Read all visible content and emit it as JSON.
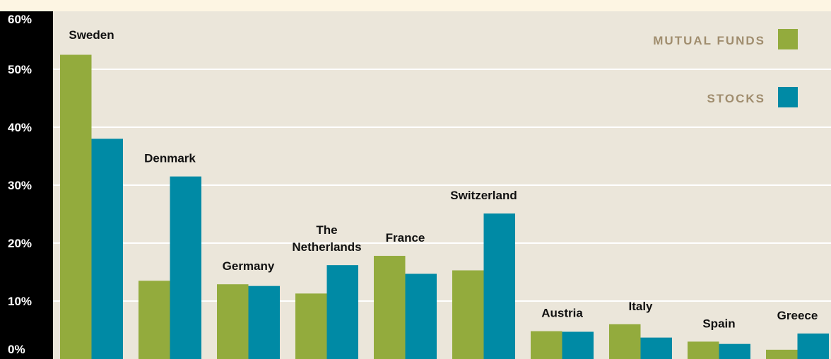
{
  "colors": {
    "mutual_funds": "#93ab3d",
    "stocks": "#008aa5",
    "plot_bg": "#ebe6da",
    "axis_bg": "#000000",
    "page_bg": "#fdf5e3",
    "grid": "#ffffff",
    "legend_text": "#a08d6e"
  },
  "chart_data": {
    "type": "bar",
    "categories": [
      [
        "Sweden"
      ],
      [
        "Denmark"
      ],
      [
        "Germany"
      ],
      [
        "The",
        "Netherlands"
      ],
      [
        "France"
      ],
      [
        "Switzerland"
      ],
      [
        "Austria"
      ],
      [
        "Italy"
      ],
      [
        "Spain"
      ],
      [
        "Greece"
      ]
    ],
    "series": [
      {
        "name": "MUTUAL FUNDS",
        "values": [
          52.5,
          13.5,
          12.9,
          11.3,
          17.8,
          15.3,
          4.8,
          6.0,
          3.0,
          1.6
        ]
      },
      {
        "name": "STOCKS",
        "values": [
          38.0,
          31.5,
          12.6,
          16.2,
          14.7,
          25.1,
          4.7,
          3.7,
          2.6,
          4.4
        ]
      }
    ],
    "yticks": [
      "0%",
      "10%",
      "20%",
      "30%",
      "40%",
      "50%",
      "60%"
    ],
    "ylim": [
      0,
      60
    ],
    "grid": true,
    "legend": "top-right"
  }
}
